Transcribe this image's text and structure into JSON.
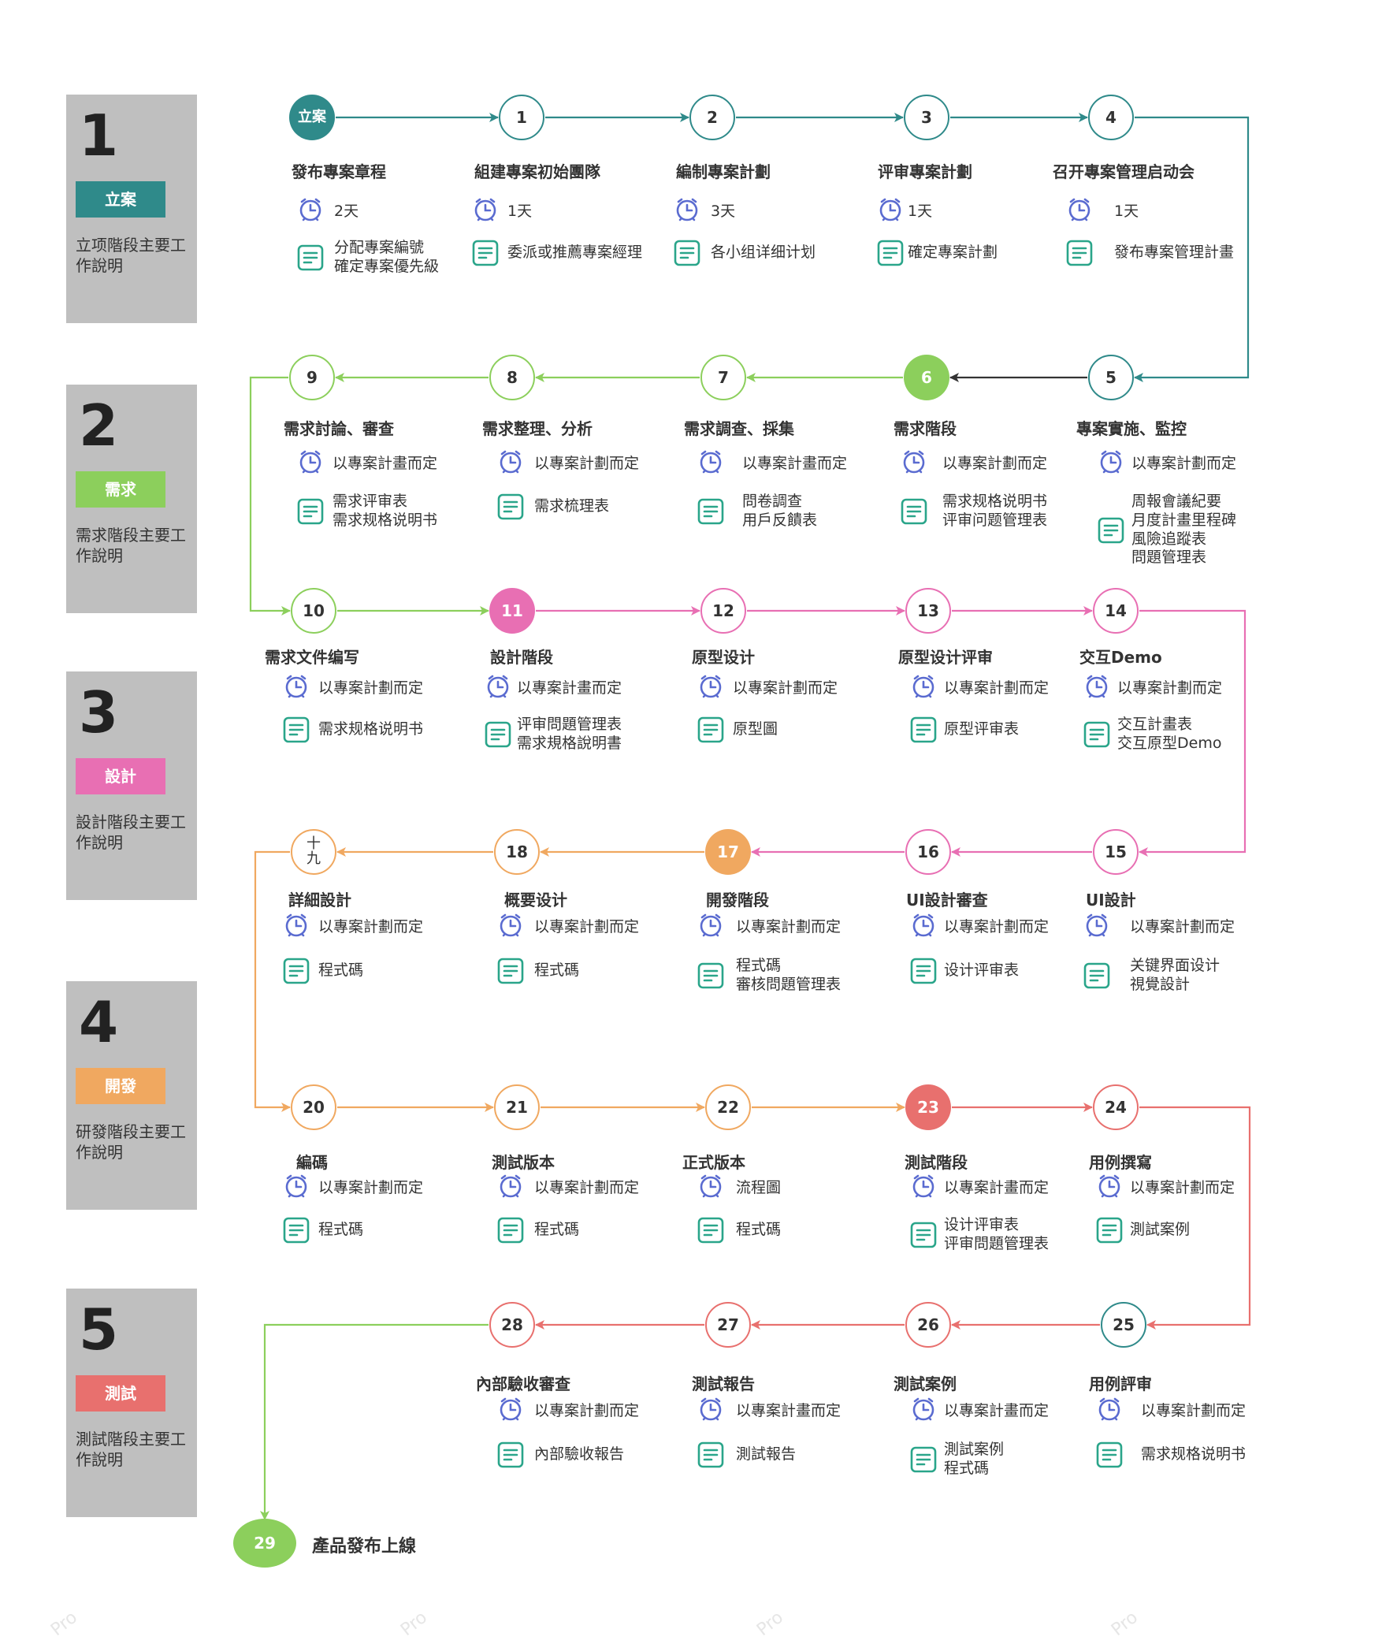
{
  "colors": {
    "teal": "#2f8a8a",
    "green": "#8ccf5c",
    "pink": "#e86fb3",
    "orange": "#f0a860",
    "red": "#e8706e",
    "clock_icon": "#5a6bd0",
    "doc_icon": "#2aa58a",
    "arrow_dark": "#333333",
    "panel_gray": "#bfbfbf"
  },
  "icons": {
    "duration": "clock-icon",
    "deliverable": "document-icon"
  },
  "phases": [
    {
      "number": "1",
      "tag": "立案",
      "desc": "立项階段主要工作說明",
      "color": "#2f8a8a"
    },
    {
      "number": "2",
      "tag": "需求",
      "desc": "需求階段主要工作說明",
      "color": "#8ccf5c"
    },
    {
      "number": "3",
      "tag": "設計",
      "desc": "設計階段主要工作說明",
      "color": "#e86fb3"
    },
    {
      "number": "4",
      "tag": "開發",
      "desc": "研發階段主要工作說明",
      "color": "#f0a860"
    },
    {
      "number": "5",
      "tag": "測試",
      "desc": "測試階段主要工作說明",
      "color": "#e8706e"
    }
  ],
  "steps": [
    {
      "id": "立案",
      "title": "發布專案章程",
      "duration": "2天",
      "deliverables": [
        "分配專案編號",
        "確定專案優先級"
      ],
      "color": "#2f8a8a",
      "filled": true
    },
    {
      "id": "1",
      "title": "組建專案初始團隊",
      "duration": "1天",
      "deliverables": [
        "委派或推薦專案經理"
      ],
      "color": "#2f8a8a",
      "filled": false
    },
    {
      "id": "2",
      "title": "編制專案計劃",
      "duration": "3天",
      "deliverables": [
        "各小组详细计划"
      ],
      "color": "#2f8a8a",
      "filled": false
    },
    {
      "id": "3",
      "title": "评审專案計劃",
      "duration": "1天",
      "deliverables": [
        "確定專案計劃"
      ],
      "color": "#2f8a8a",
      "filled": false
    },
    {
      "id": "4",
      "title": "召开專案管理启动会",
      "duration": "1天",
      "deliverables": [
        "發布專案管理計畫"
      ],
      "color": "#2f8a8a",
      "filled": false
    },
    {
      "id": "5",
      "title": "專案實施、監控",
      "duration": "以專案計劃而定",
      "deliverables": [
        "周報會議紀要",
        "月度計畫里程碑",
        "風險追蹤表",
        "問題管理表"
      ],
      "color": "#2f8a8a",
      "filled": false
    },
    {
      "id": "6",
      "title": "需求階段",
      "duration": "以專案計劃而定",
      "deliverables": [
        "需求规格说明书",
        "评审问题管理表"
      ],
      "color": "#8ccf5c",
      "filled": true
    },
    {
      "id": "7",
      "title": "需求調查、採集",
      "duration": "以專案計畫而定",
      "deliverables": [
        "問卷調查",
        "用戶反饋表"
      ],
      "color": "#8ccf5c",
      "filled": false
    },
    {
      "id": "8",
      "title": "需求整理、分析",
      "duration": "以專案計劃而定",
      "deliverables": [
        "需求梳理表"
      ],
      "color": "#8ccf5c",
      "filled": false
    },
    {
      "id": "9",
      "title": "需求討論、審查",
      "duration": "以專案計畫而定",
      "deliverables": [
        "需求评审表",
        "需求规格说明书"
      ],
      "color": "#8ccf5c",
      "filled": false
    },
    {
      "id": "10",
      "title": "需求文件编写",
      "duration": "以專案計劃而定",
      "deliverables": [
        "需求规格说明书"
      ],
      "color": "#8ccf5c",
      "filled": false
    },
    {
      "id": "11",
      "title": "設計階段",
      "duration": "以專案計畫而定",
      "deliverables": [
        "评审問題管理表",
        "需求規格說明書"
      ],
      "color": "#e86fb3",
      "filled": true
    },
    {
      "id": "12",
      "title": "原型设计",
      "duration": "以專案計劃而定",
      "deliverables": [
        "原型圖"
      ],
      "color": "#e86fb3",
      "filled": false
    },
    {
      "id": "13",
      "title": "原型设计评审",
      "duration": "以專案計劃而定",
      "deliverables": [
        "原型评审表"
      ],
      "color": "#e86fb3",
      "filled": false
    },
    {
      "id": "14",
      "title": "交互Demo",
      "duration": "以專案計劃而定",
      "deliverables": [
        "交互計畫表",
        "交互原型Demo"
      ],
      "color": "#e86fb3",
      "filled": false
    },
    {
      "id": "15",
      "title": "UI設計",
      "duration": "以專案計劃而定",
      "deliverables": [
        "关键界面设计",
        "視覺設計"
      ],
      "color": "#e86fb3",
      "filled": false
    },
    {
      "id": "16",
      "title": "UI設計審查",
      "duration": "以專案計劃而定",
      "deliverables": [
        "设计评审表"
      ],
      "color": "#e86fb3",
      "filled": false
    },
    {
      "id": "17",
      "title": "開發階段",
      "duration": "以專案計劃而定",
      "deliverables": [
        "程式碼",
        "審核問題管理表"
      ],
      "color": "#f0a860",
      "filled": true
    },
    {
      "id": "18",
      "title": "概要设计",
      "duration": "以專案計劃而定",
      "deliverables": [
        "程式碼"
      ],
      "color": "#f0a860",
      "filled": false
    },
    {
      "id": "十九",
      "title": "詳細設計",
      "duration": "以專案計劃而定",
      "deliverables": [
        "程式碼"
      ],
      "color": "#f0a860",
      "filled": false
    },
    {
      "id": "20",
      "title": "編碼",
      "duration": "以專案計劃而定",
      "deliverables": [
        "程式碼"
      ],
      "color": "#f0a860",
      "filled": false
    },
    {
      "id": "21",
      "title": "測試版本",
      "duration": "以專案計劃而定",
      "deliverables": [
        "程式碼"
      ],
      "color": "#f0a860",
      "filled": false
    },
    {
      "id": "22",
      "title": "正式版本",
      "duration": "流程圖",
      "deliverables": [
        "程式碼"
      ],
      "color": "#f0a860",
      "filled": false
    },
    {
      "id": "23",
      "title": "測試階段",
      "duration": "以專案計畫而定",
      "deliverables": [
        "设计评审表",
        "评审問題管理表"
      ],
      "color": "#e8706e",
      "filled": true
    },
    {
      "id": "24",
      "title": "用例撰寫",
      "duration": "以專案計劃而定",
      "deliverables": [
        "測試案例"
      ],
      "color": "#e8706e",
      "filled": false
    },
    {
      "id": "25",
      "title": "用例評审",
      "duration": "以專案計劃而定",
      "deliverables": [
        "需求规格说明书"
      ],
      "color": "#2f8a8a",
      "filled": false
    },
    {
      "id": "26",
      "title": "測試案例",
      "duration": "以專案計畫而定",
      "deliverables": [
        "測試案例",
        "程式碼"
      ],
      "color": "#e8706e",
      "filled": false
    },
    {
      "id": "27",
      "title": "測試報告",
      "duration": "以專案計畫而定",
      "deliverables": [
        "測試報告"
      ],
      "color": "#e8706e",
      "filled": false
    },
    {
      "id": "28",
      "title": "內部驗收審查",
      "duration": "以專案計劃而定",
      "deliverables": [
        "內部驗收報告"
      ],
      "color": "#e8706e",
      "filled": false
    }
  ],
  "final": {
    "id": "29",
    "title": "產品發布上線",
    "color": "#8ccf5c"
  },
  "watermark": "Pro"
}
